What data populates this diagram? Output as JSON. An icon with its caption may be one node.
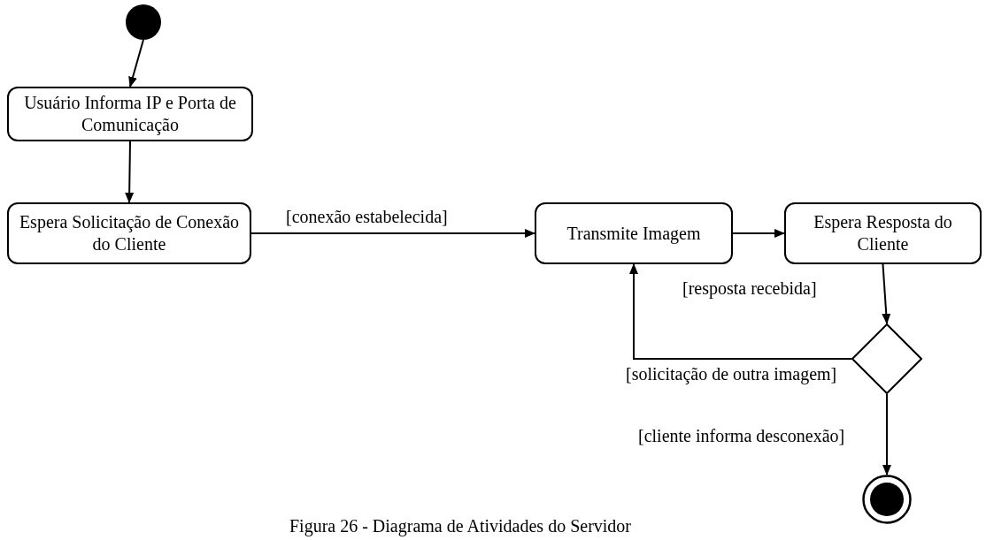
{
  "diagram": {
    "caption": "Figura 26 - Diagrama de Atividades do Servidor",
    "nodes": [
      {
        "text": [],
        "shape": "circle"
      },
      {
        "text": [
          "Usuário Informa IP e Porta de Comunicação"
        ]
      },
      {
        "text": [
          "Espera Solicitação de Conexão do Cliente"
        ]
      },
      {
        "text": [
          "Transmite Imagem"
        ]
      },
      {
        "text": [
          "Espera Resposta do Cliente"
        ]
      },
      {
        "text": [],
        "shape": "diamond"
      },
      {
        "text": [],
        "shape": "circle"
      }
    ],
    "edges": [
      {
        "from": 0,
        "to": 1,
        "arrow": "to"
      },
      {
        "from": 1,
        "to": 2,
        "arrow": "to"
      },
      {
        "from": 2,
        "to": 3,
        "arrow": "to",
        "label": "[conexão estabelecida]"
      },
      {
        "from": 3,
        "to": 4,
        "arrow": "to"
      },
      {
        "from": 4,
        "to": 5,
        "arrow": "to",
        "label": "[resposta recebida]"
      },
      {
        "from": 5,
        "to": 3,
        "arrow": "to",
        "label": "[solicitação de outra imagem]"
      },
      {
        "from": 5,
        "to": 6,
        "arrow": "to",
        "label": "[cliente informa desconexão]"
      }
    ]
  }
}
